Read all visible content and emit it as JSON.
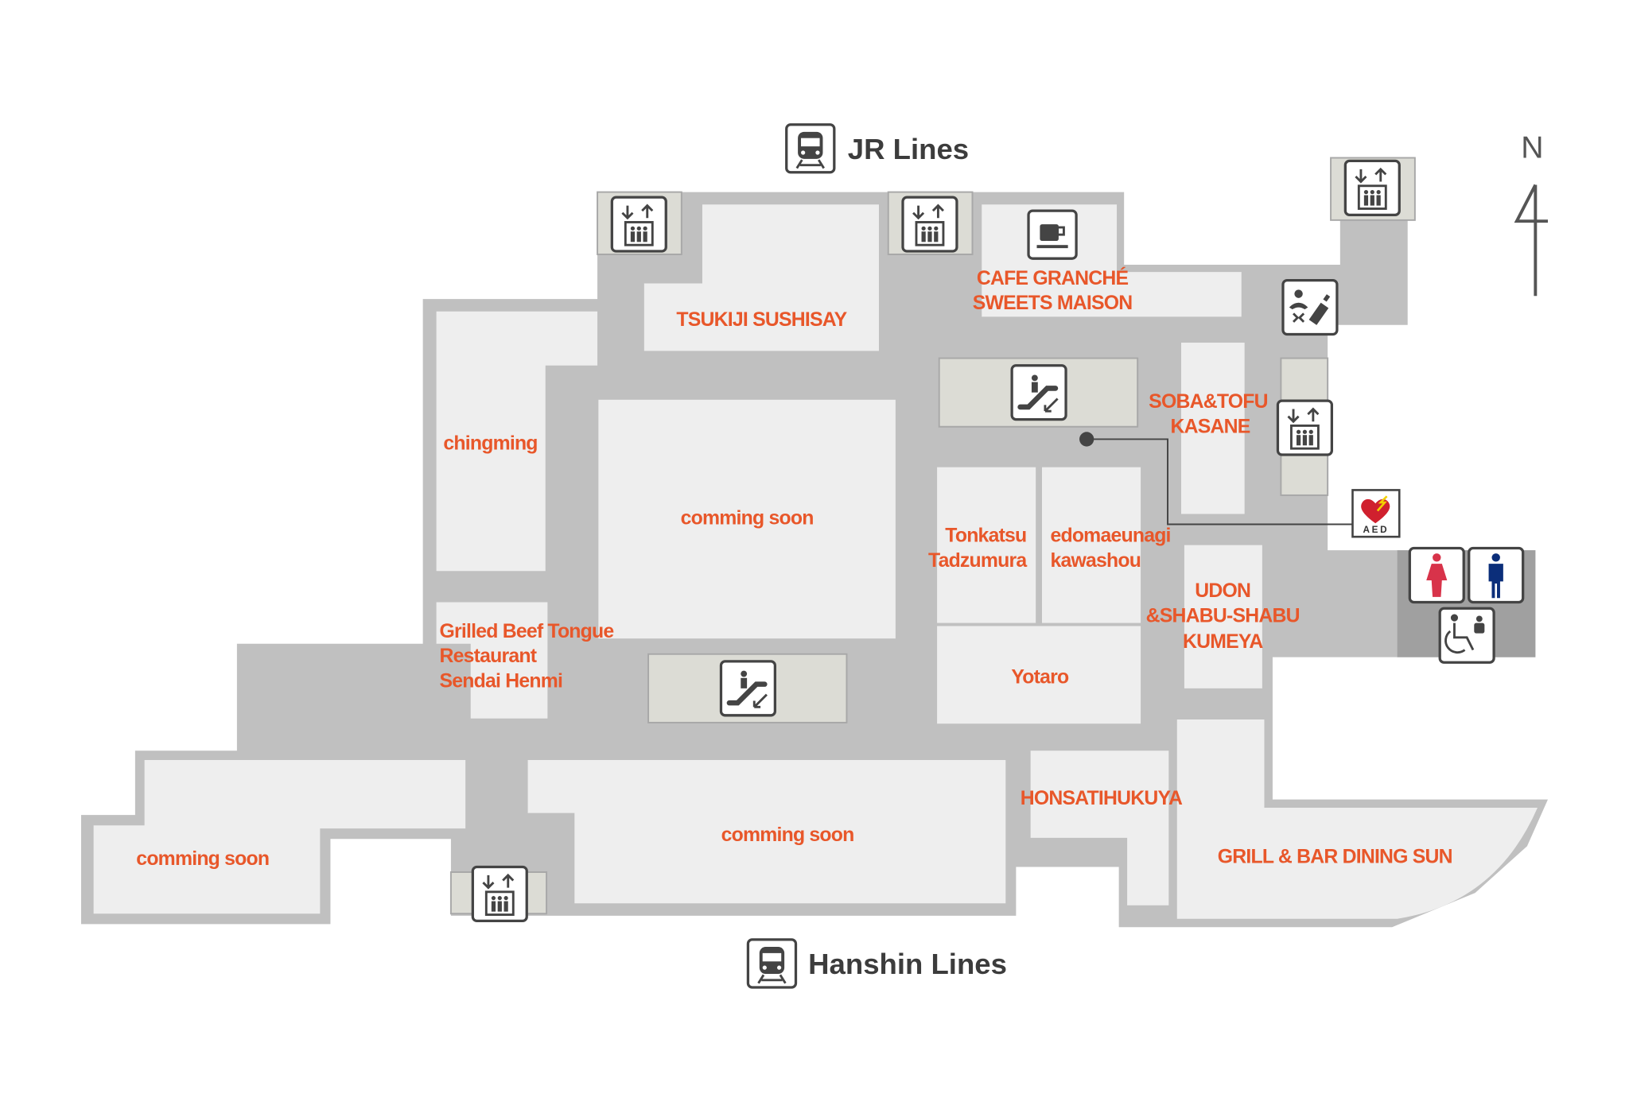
{
  "compass": {
    "north": "N"
  },
  "stations": {
    "top": "JR Lines",
    "bottom": "Hanshin Lines"
  },
  "shops": {
    "tsukiji": "TSUKIJI SUSHISAY",
    "cafe_line1": "CAFE GRANCHÉ",
    "cafe_line2": "SWEETS MAISON",
    "chingming": "chingming",
    "center_soon": "comming soon",
    "soba_line1": "SOBA&TOFU",
    "soba_line2": "KASANE",
    "tonkatsu_line1": "Tonkatsu",
    "tonkatsu_line2": "Tadzumura",
    "edomae_line1": "edomaeunagi",
    "edomae_line2": "kawashou",
    "udon_line1": "UDON",
    "udon_line2": "&SHABU-SHABU",
    "udon_line3": "KUMEYA",
    "beef_line1": "Grilled Beef Tongue",
    "beef_line2": "Restaurant",
    "beef_line3": "Sendai Henmi",
    "yotaro": "Yotaro",
    "honsatihukuya": "HONSATIHUKUYA",
    "bottom_soon": "comming soon",
    "left_soon": "comming soon",
    "grill": "GRILL & BAR DINING SUN"
  },
  "facilities": {
    "aed": "AED"
  },
  "colors": {
    "label": "#e8572a",
    "corridor": "#c0c0c0",
    "shop": "#eeeeee",
    "female": "#d8334a",
    "male": "#0b2e7a",
    "aed_heart": "#d0202e"
  }
}
